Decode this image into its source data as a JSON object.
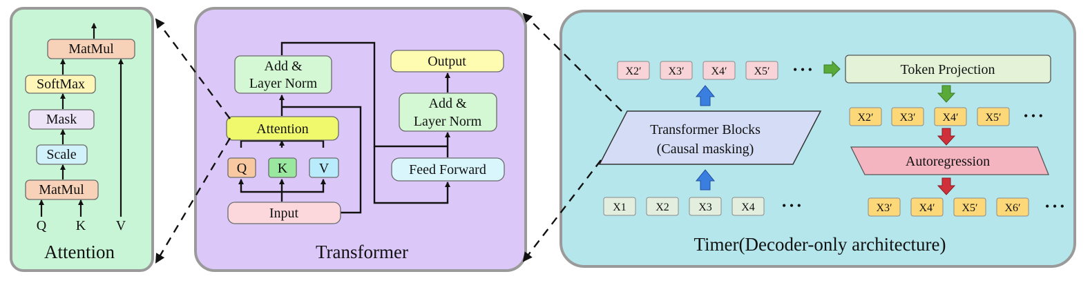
{
  "attention_panel": {
    "title": "Attention",
    "matmul_top": "MatMul",
    "softmax": "SoftMax",
    "mask": "Mask",
    "scale": "Scale",
    "matmul_bottom": "MatMul",
    "input_q": "Q",
    "input_k": "K",
    "input_v": "V"
  },
  "transformer_panel": {
    "title": "Transformer",
    "add_norm_left": [
      "Add &",
      "Layer Norm"
    ],
    "attention": "Attention",
    "q": "Q",
    "k": "K",
    "v": "V",
    "input": "Input",
    "output": "Output",
    "add_norm_right": [
      "Add &",
      "Layer Norm"
    ],
    "feed_forward": "Feed Forward"
  },
  "timer_panel": {
    "title": "Timer(Decoder-only architecture)",
    "output_tokens": [
      "X2′",
      "X3′",
      "X4′",
      "X5′"
    ],
    "transformer_blocks": [
      "Transformer Blocks",
      "(Causal masking)"
    ],
    "input_tokens": [
      "X1",
      "X2",
      "X3",
      "X4"
    ],
    "token_projection": "Token Projection",
    "projected_tokens": [
      "X2′",
      "X3′",
      "X4′",
      "X5′"
    ],
    "autoregression": "Autoregression",
    "next_tokens": [
      "X3′",
      "X4′",
      "X5′",
      "X6′"
    ],
    "ellipsis": "• • •"
  },
  "colors": {
    "attention_bg": "#c8f5d6",
    "transformer_bg": "#dcc8f8",
    "timer_bg": "#b4e6eb",
    "panel_border": "#9a9a9a",
    "matmul": "#f8d2b8",
    "softmax": "#fdf6b8",
    "mask": "#ede4f8",
    "scale": "#d2f2fb",
    "add_norm": "#d4f8d4",
    "attention_box": "#f0f86c",
    "input_box": "#fcd8dc",
    "output_box": "#fdfcb0",
    "feed_forward_box": "#d8f6fc",
    "q_box": "#f8c8a0",
    "k_box": "#9ae8a0",
    "v_box": "#b8ecfc",
    "pink_token": "#f8d4d8",
    "input_token": "#e4eede",
    "yellow_token": "#fcd878",
    "token_projection": "#e4f2d8",
    "transformer_blocks": "#d4dcf6",
    "autoregression": "#f4b4c0",
    "arrow_blue": "#3a7ee0",
    "arrow_green": "#5aaa3a",
    "arrow_red": "#d0303a"
  }
}
